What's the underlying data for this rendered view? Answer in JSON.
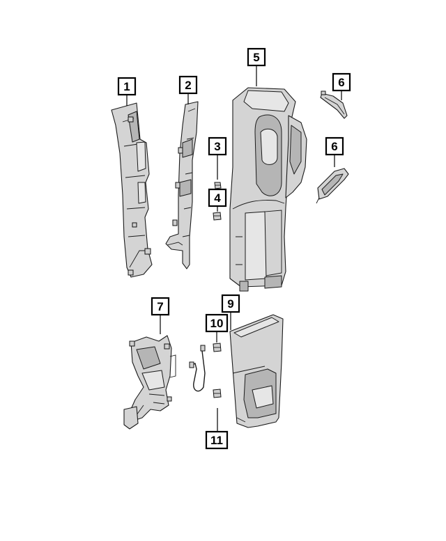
{
  "callouts": [
    {
      "id": "c1",
      "label": "1"
    },
    {
      "id": "c2",
      "label": "2"
    },
    {
      "id": "c3",
      "label": "3"
    },
    {
      "id": "c4",
      "label": "4"
    },
    {
      "id": "c5",
      "label": "5"
    },
    {
      "id": "c6a",
      "label": "6"
    },
    {
      "id": "c6b",
      "label": "6"
    },
    {
      "id": "c7",
      "label": "7"
    },
    {
      "id": "c9",
      "label": "9"
    },
    {
      "id": "c10",
      "label": "10"
    },
    {
      "id": "c11",
      "label": "11"
    }
  ],
  "colors": {
    "part_fill": "#d4d4d4",
    "part_dark": "#b5b5b5",
    "outline": "#1a1a1a"
  }
}
